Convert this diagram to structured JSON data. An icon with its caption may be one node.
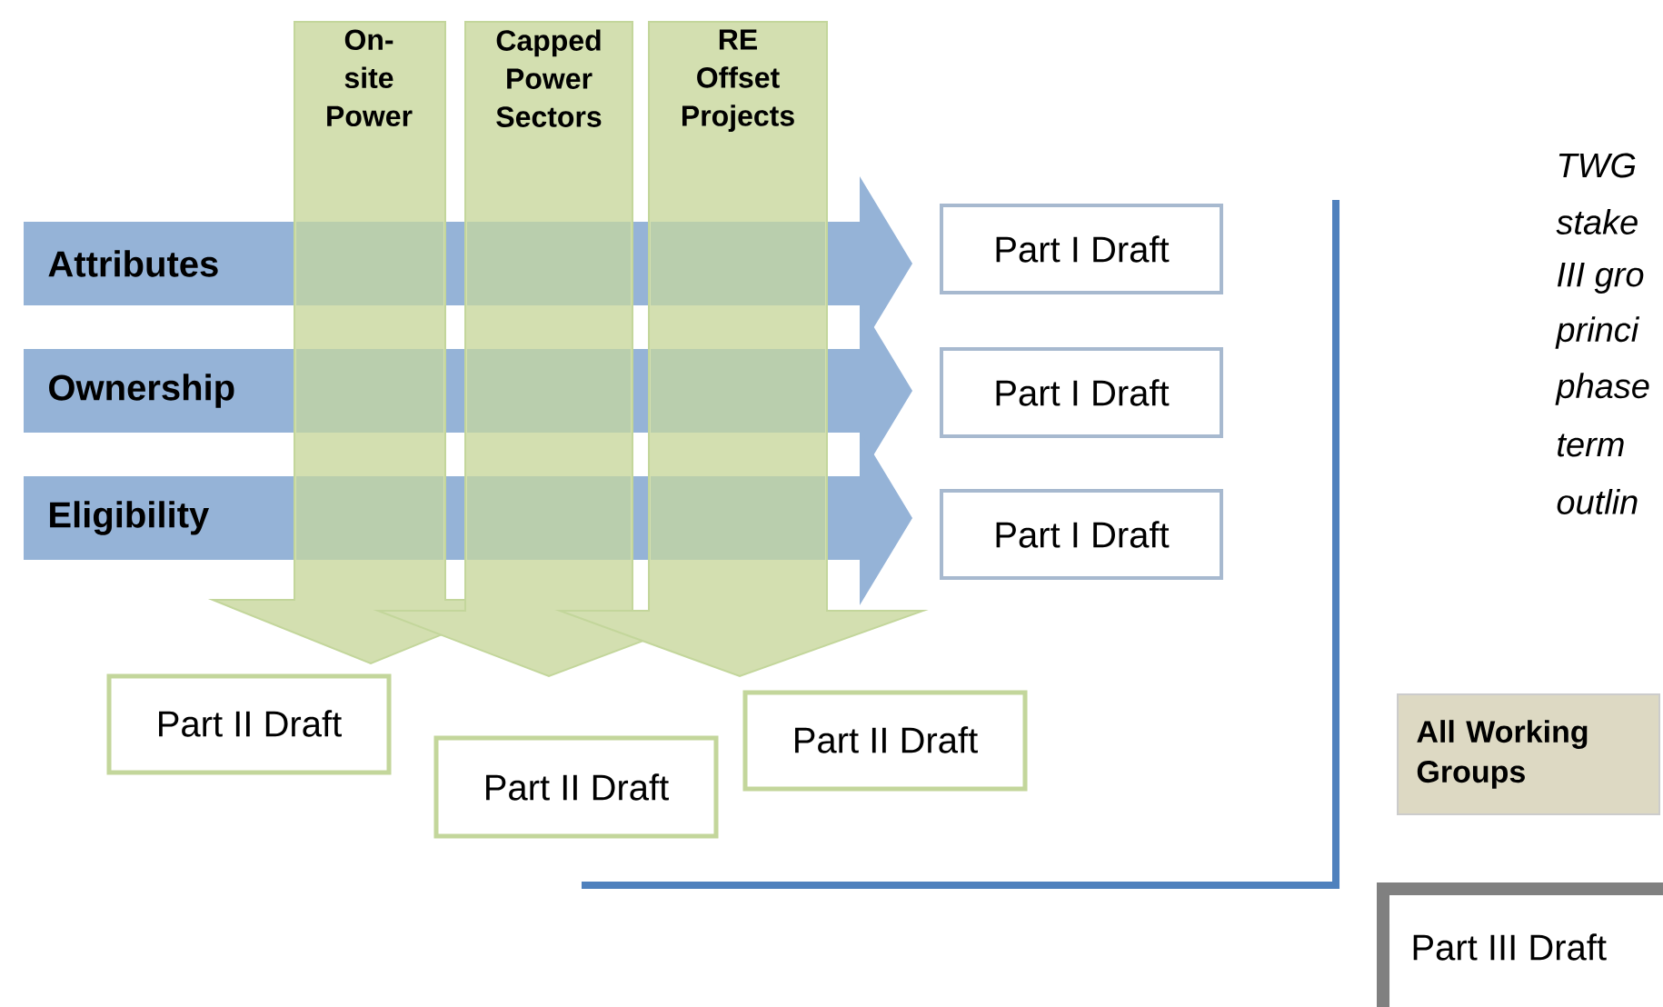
{
  "diagram": {
    "nodes": [
      {
        "text": [
          "On- site Power"
        ]
      },
      {
        "text": [
          "Capped Power Sectors"
        ]
      },
      {
        "text": [
          "RE Offset Projects"
        ]
      },
      {
        "text": [
          "Attributes"
        ]
      },
      {
        "text": [
          "Ownership"
        ]
      },
      {
        "text": [
          "Eligibility"
        ]
      },
      {
        "text": [
          "Part I Draft"
        ]
      },
      {
        "text": [
          "Part I Draft"
        ]
      },
      {
        "text": [
          "Part I Draft"
        ]
      },
      {
        "text": [
          "Part II Draft"
        ]
      },
      {
        "text": [
          "Part II Draft"
        ]
      },
      {
        "text": [
          "Part II Draft"
        ]
      },
      {
        "text": [
          "All Working Groups"
        ]
      },
      {
        "text": [
          "Part III Draft"
        ]
      }
    ],
    "labels": [
      "TWG",
      "stake",
      "III gro",
      "princi",
      "phase",
      "term",
      "outlin"
    ]
  }
}
